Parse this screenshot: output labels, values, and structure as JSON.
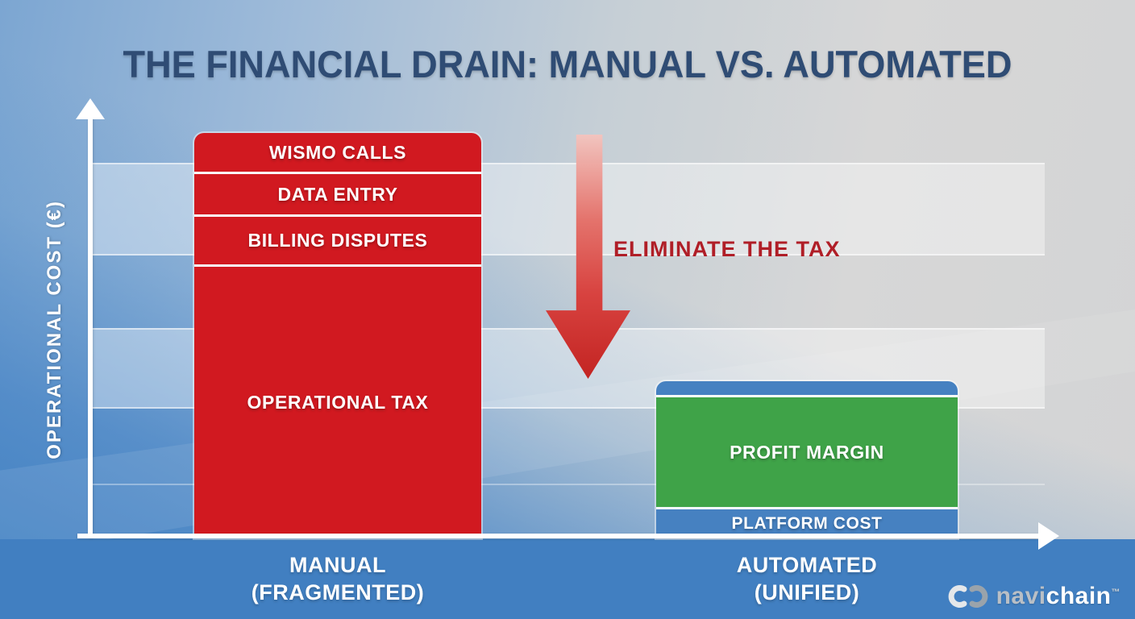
{
  "title": "THE FINANCIAL DRAIN: MANUAL VS. AUTOMATED",
  "y_axis_label": "OPERATIONAL COST (€)",
  "annotation": "ELIMINATE THE TAX",
  "bars": {
    "manual": {
      "axis_label_line1": "MANUAL",
      "axis_label_line2": "(FRAGMENTED)",
      "segments": [
        {
          "label": "WISMO CALLS"
        },
        {
          "label": "DATA ENTRY"
        },
        {
          "label": "BILLING DISPUTES"
        },
        {
          "label": "OPERATIONAL TAX"
        }
      ]
    },
    "automated": {
      "axis_label_line1": "AUTOMATED",
      "axis_label_line2": "(UNIFIED)",
      "segments": [
        {
          "label": ""
        },
        {
          "label": "PROFIT MARGIN"
        },
        {
          "label": "PLATFORM COST"
        }
      ]
    }
  },
  "brand": {
    "navi": "navi",
    "chain": "chain",
    "tm": "™"
  },
  "colors": {
    "manual_bar_red": "#d11920",
    "profit_green": "#3fa348",
    "platform_blue": "#4681c1",
    "annotation_red": "#b01e27",
    "title_navy": "#2f4c74",
    "axis_white": "#ffffff",
    "bottom_band_blue": "#417fc1"
  },
  "chart_data": {
    "type": "bar",
    "stacked": true,
    "title": "THE FINANCIAL DRAIN: MANUAL VS. AUTOMATED",
    "xlabel": "",
    "ylabel": "OPERATIONAL COST (€)",
    "ylim": [
      0,
      100
    ],
    "numeric_ticks_shown": false,
    "grid": "horizontal translucent bands",
    "categories": [
      "MANUAL (FRAGMENTED)",
      "AUTOMATED (UNIFIED)"
    ],
    "series": [
      {
        "name": "OPERATIONAL TAX",
        "values": [
          62,
          0
        ],
        "color": "#d11920"
      },
      {
        "name": "BILLING DISPUTES",
        "values": [
          11,
          0
        ],
        "color": "#d11920"
      },
      {
        "name": "DATA ENTRY",
        "values": [
          9,
          0
        ],
        "color": "#d11920"
      },
      {
        "name": "WISMO CALLS",
        "values": [
          9,
          0
        ],
        "color": "#d11920"
      },
      {
        "name": "PLATFORM COST",
        "values": [
          0,
          6
        ],
        "color": "#4681c1"
      },
      {
        "name": "PROFIT MARGIN",
        "values": [
          0,
          25
        ],
        "color": "#3fa348"
      },
      {
        "name": "unlabeled top cap",
        "values": [
          0,
          4
        ],
        "color": "#4681c1"
      }
    ],
    "annotations": [
      {
        "text": "ELIMINATE THE TAX",
        "color": "#b01e27",
        "position": "between bars"
      },
      {
        "shape": "downward red gradient arrow",
        "position": "from top of manual-bar level down to automated-bar level"
      }
    ],
    "legend": "none"
  }
}
